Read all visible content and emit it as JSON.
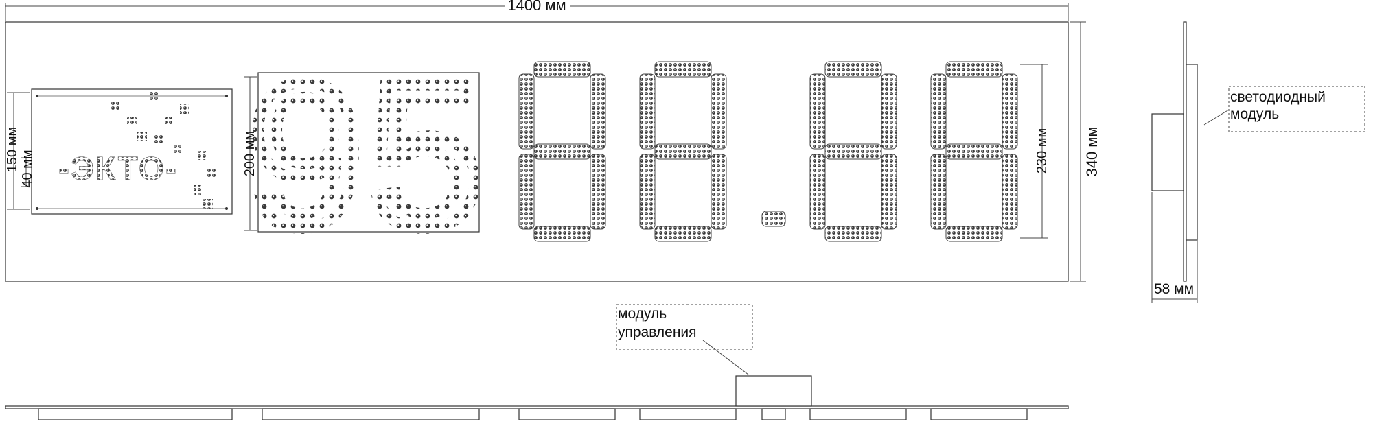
{
  "dimensions": {
    "width_label": "1400 мм",
    "height_label": "340 мм",
    "logo_height_label": "150 мм",
    "logo_text_height_label": "40 мм",
    "grade_height_label": "200 мм",
    "digit_height_label": "230 мм",
    "depth_label": "58 мм"
  },
  "callouts": {
    "led_module_line1": "светодиодный",
    "led_module_line2": "модуль",
    "control_module_line1": "модуль",
    "control_module_line2": "управления"
  },
  "logo": {
    "text": "-ЭКТО-"
  },
  "grade": {
    "value": "95"
  },
  "price_display": {
    "value": "88.88"
  },
  "colors": {
    "line": "#333333",
    "led": "#444444",
    "background": "#ffffff"
  }
}
